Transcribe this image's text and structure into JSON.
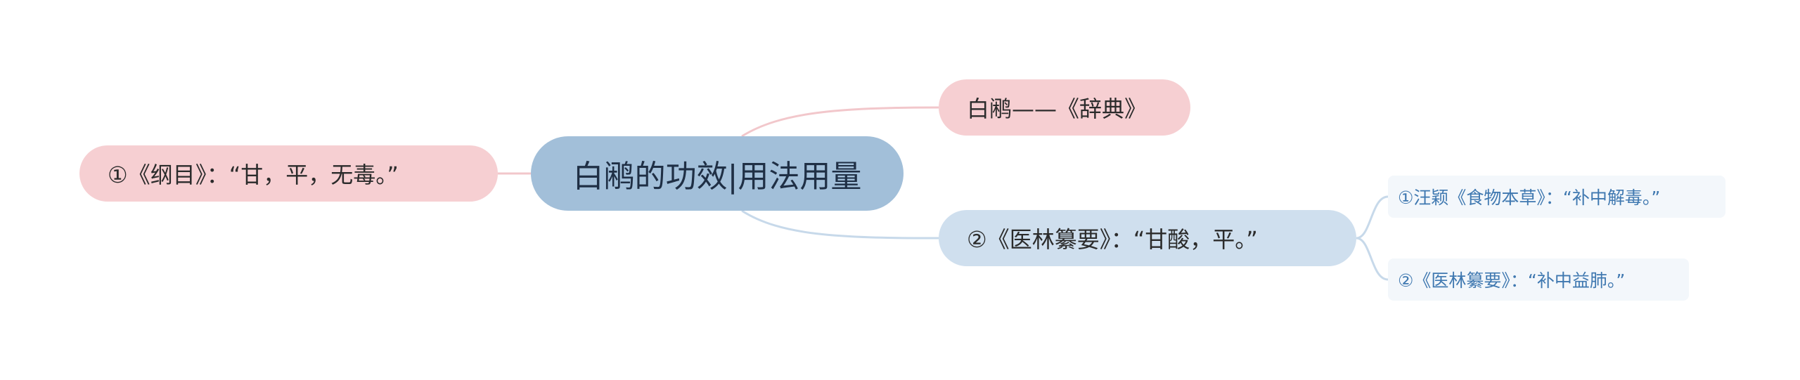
{
  "mindmap": {
    "root": {
      "label": "白鹇的功效|用法用量"
    },
    "branches": [
      {
        "id": "dictionary",
        "label": "白鹇——《辞典》",
        "color": "#f6cfd2"
      },
      {
        "id": "gangmu",
        "label": "①《纲目》：“甘，平，无毒。”",
        "color": "#f6cfd2"
      },
      {
        "id": "yilin",
        "label": "②《医林纂要》：“甘酸，平。”",
        "color": "#cfdfee",
        "children": [
          {
            "label": "①汪颖《食物本草》：“补中解毒。”"
          },
          {
            "label": "②《医林纂要》：“补中益肺。”"
          }
        ]
      }
    ]
  },
  "colors": {
    "root_fill": "#a2bfd9",
    "pink_fill": "#f6cfd2",
    "pink_link": "#f2c7cb",
    "blue_fill": "#cfdfee",
    "blue_link": "#c7d9ea",
    "leaf_fill": "#f3f7fb",
    "leaf_text": "#3f78b0"
  }
}
